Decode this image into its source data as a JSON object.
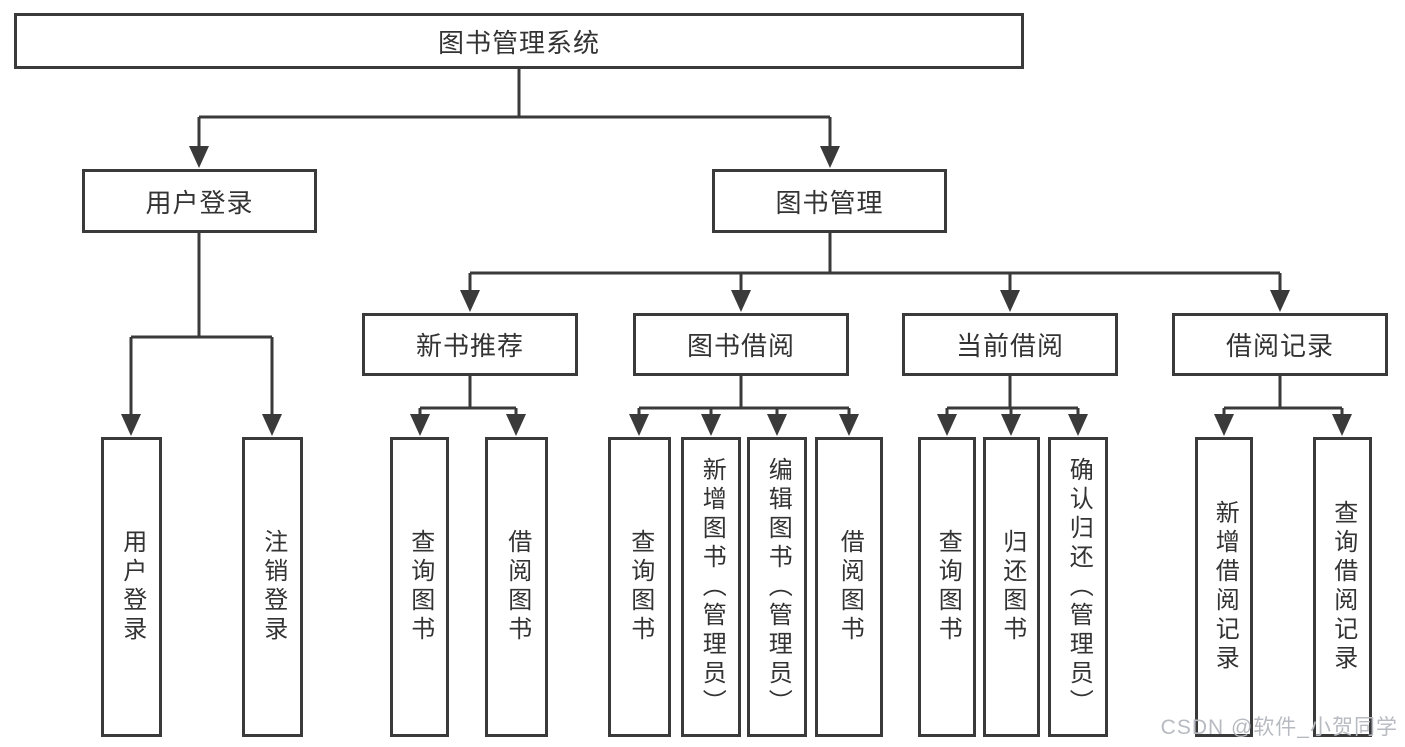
{
  "nodes": {
    "root": "图书管理系统",
    "level2": [
      "用户登录",
      "图书管理"
    ],
    "level3": [
      "新书推荐",
      "图书借阅",
      "当前借阅",
      "借阅记录"
    ],
    "level4": [
      "用户登录",
      "注销登录",
      "查询图书",
      "借阅图书",
      "查询图书",
      "新增图书（管理员）",
      "编辑图书（管理员）",
      "借阅图书",
      "查询图书",
      "归还图书",
      "确认归还（管理员）",
      "新增借阅记录",
      "查询借阅记录"
    ]
  },
  "watermark": {
    "text": "CSDN @软件_小贺同学"
  },
  "colors": {
    "line": "#3a3a3a",
    "text": "#333333",
    "box_background": "#ffffff",
    "watermark": "#b7bbc1",
    "background": "#ffffff"
  }
}
